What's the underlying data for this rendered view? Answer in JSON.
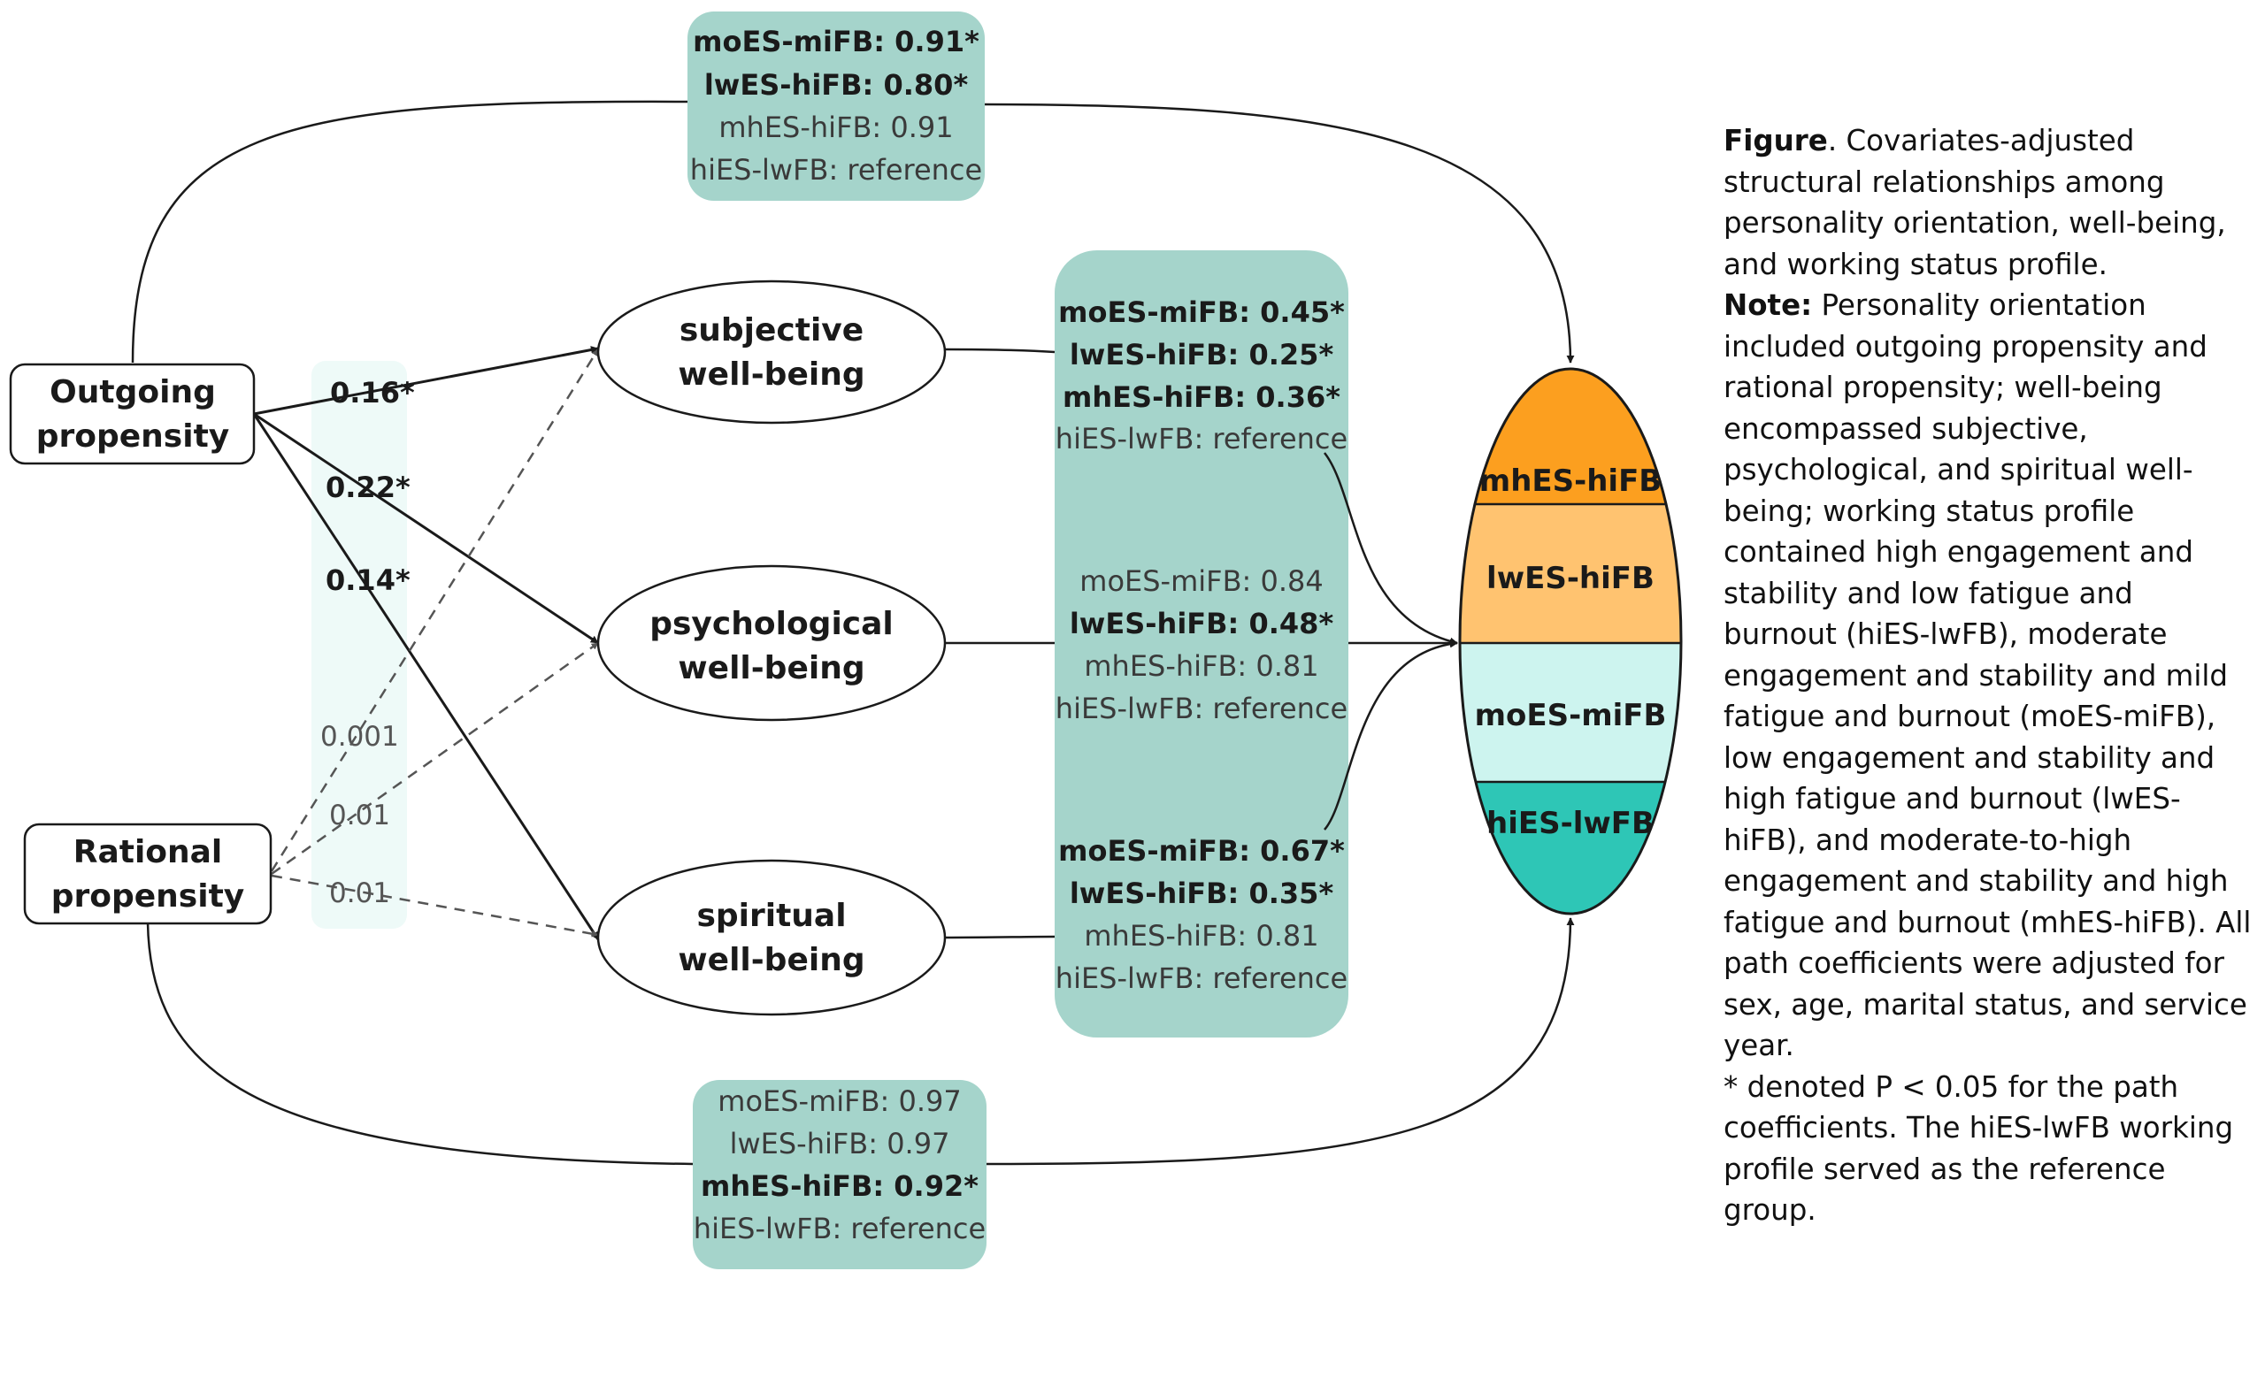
{
  "nodes": {
    "outgoing": [
      "Outgoing",
      "propensity"
    ],
    "rational": [
      "Rational",
      "propensity"
    ],
    "subjective": [
      "subjective",
      "well-being"
    ],
    "psychological": [
      "psychological",
      "well-being"
    ],
    "spiritual": [
      "spiritual",
      "well-being"
    ]
  },
  "profiles": {
    "mh": "mhES-hiFB",
    "lw": "lwES-hiFB",
    "mo": "moES-miFB",
    "hi": "hiES-lwFB"
  },
  "colors": {
    "teal_box": "#a5d4cb",
    "light_box": "#eefaf8",
    "mh_fill": "#fc9f1f",
    "lw_fill": "#ffc370",
    "mo_fill": "#cdf4ef",
    "hi_fill": "#2ec6b6"
  },
  "path_coefficients": {
    "outgoing_to_subjective": "0.16*",
    "outgoing_to_psychological": "0.22*",
    "outgoing_to_spiritual": "0.14*",
    "rational_to_subjective": "0.001",
    "rational_to_psychological": "0.01",
    "rational_to_spiritual": "0.01"
  },
  "boxes": {
    "top": [
      {
        "text": "moES-miFB: 0.91*",
        "significant": true
      },
      {
        "text": "lwES-hiFB: 0.80*",
        "significant": true
      },
      {
        "text": "mhES-hiFB: 0.91",
        "significant": false
      },
      {
        "text": "hiES-lwFB: reference",
        "significant": false
      }
    ],
    "subjective": [
      {
        "text": "moES-miFB: 0.45*",
        "significant": true
      },
      {
        "text": "lwES-hiFB: 0.25*",
        "significant": true
      },
      {
        "text": "mhES-hiFB: 0.36*",
        "significant": true
      },
      {
        "text": "hiES-lwFB: reference",
        "significant": false
      }
    ],
    "psychological": [
      {
        "text": "moES-miFB: 0.84",
        "significant": false
      },
      {
        "text": "lwES-hiFB: 0.48*",
        "significant": true
      },
      {
        "text": "mhES-hiFB: 0.81",
        "significant": false
      },
      {
        "text": "hiES-lwFB: reference",
        "significant": false
      }
    ],
    "spiritual": [
      {
        "text": "moES-miFB: 0.67*",
        "significant": true
      },
      {
        "text": "lwES-hiFB: 0.35*",
        "significant": true
      },
      {
        "text": "mhES-hiFB: 0.81",
        "significant": false
      },
      {
        "text": "hiES-lwFB: reference",
        "significant": false
      }
    ],
    "bottom": [
      {
        "text": "moES-miFB: 0.97",
        "significant": false
      },
      {
        "text": "lwES-hiFB: 0.97",
        "significant": false
      },
      {
        "text": "mhES-hiFB: 0.92*",
        "significant": true
      },
      {
        "text": "hiES-lwFB: reference",
        "significant": false
      }
    ]
  },
  "caption": {
    "figure_label": "Figure",
    "figure_text": ". Covariates-adjusted structural relationships among personality orientation, well-being, and working status profile.",
    "note_label": "Note:",
    "note_text": " Personality orientation included outgoing propensity and rational propensity; well-being encompassed subjective, psychological, and spiritual well-being; working status profile contained high engagement and stability and low fatigue and burnout (hiES-lwFB), moderate engagement and stability and mild fatigue and burnout (moES-miFB), low engagement and stability and high fatigue and burnout (lwES-hiFB), and moderate-to-high engagement and stability and high fatigue and burnout (mhES-hiFB). All path coefficients were adjusted for sex, age, marital status, and service year.",
    "footnote": "* denoted P < 0.05 for the path coefficients. The hiES-lwFB working profile served as the reference group."
  }
}
